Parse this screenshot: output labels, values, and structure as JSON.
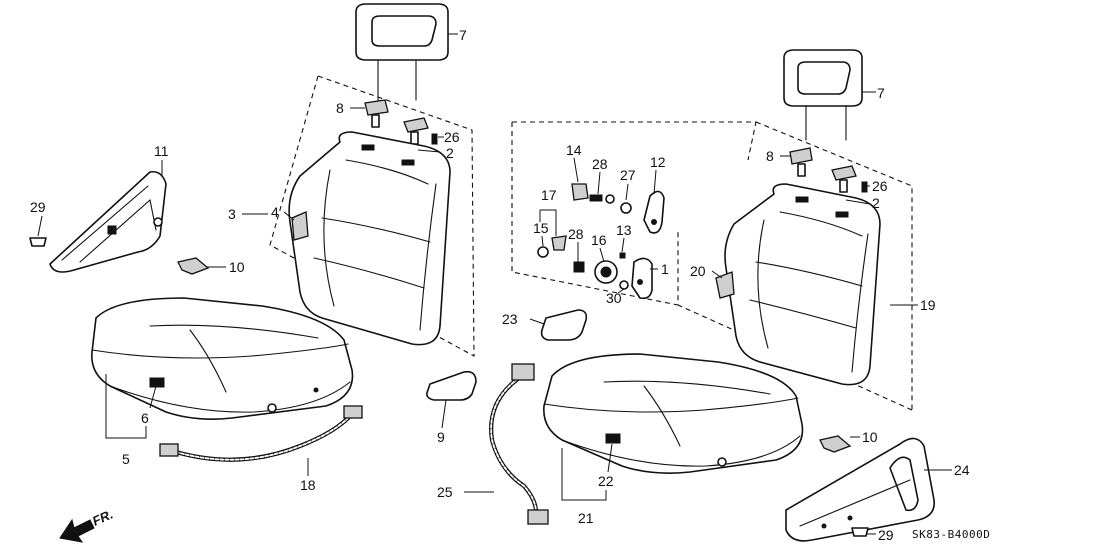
{
  "diagram": {
    "type": "exploded-parts-diagram",
    "part_code": "SK83-B4000D",
    "direction_marker": "FR.",
    "callouts": {
      "c1": "1",
      "c2a": "2",
      "c2b": "2",
      "c3": "3",
      "c4": "4",
      "c5": "5",
      "c6": "6",
      "c7a": "7",
      "c7b": "7",
      "c8a": "8",
      "c8b": "8",
      "c9": "9",
      "c10a": "10",
      "c10b": "10",
      "c11": "11",
      "c12": "12",
      "c13": "13",
      "c14": "14",
      "c15": "15",
      "c16": "16",
      "c17": "17",
      "c18": "18",
      "c19": "19",
      "c20": "20",
      "c21": "21",
      "c22": "22",
      "c23": "23",
      "c24": "24",
      "c25": "25",
      "c26a": "26",
      "c26b": "26",
      "c27": "27",
      "c28a": "28",
      "c28b": "28",
      "c29a": "29",
      "c29b": "29",
      "c30": "30"
    }
  }
}
